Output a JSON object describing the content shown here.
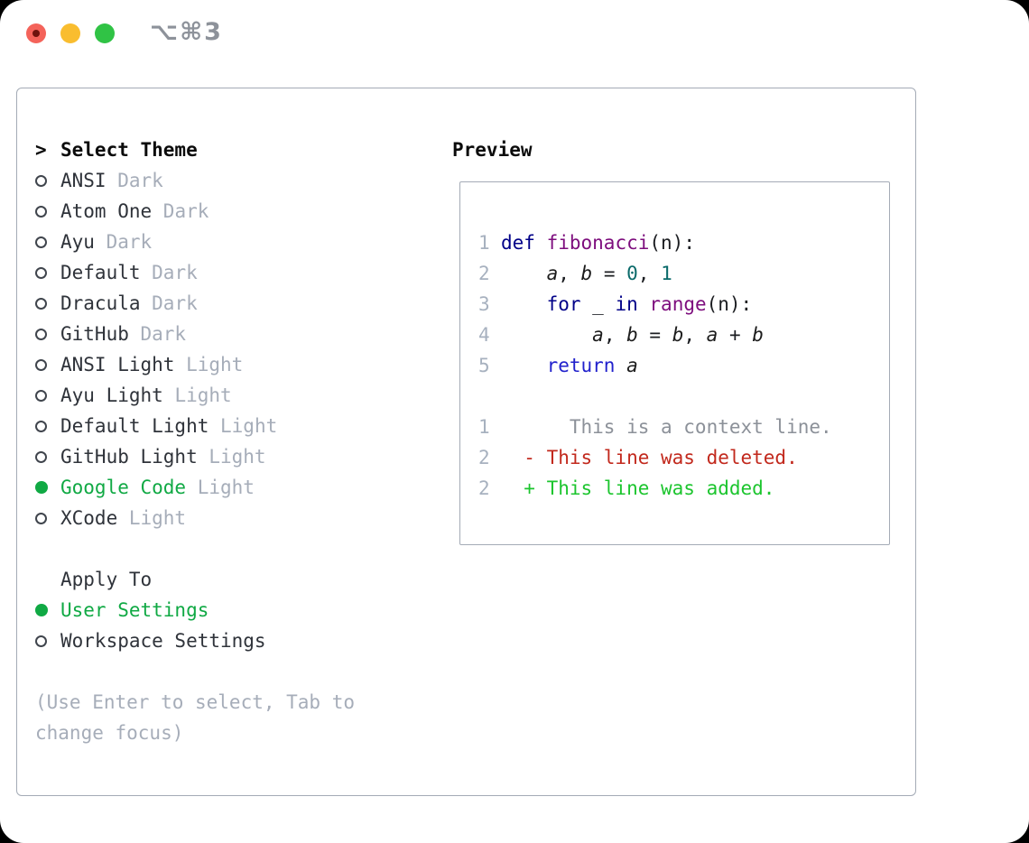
{
  "window": {
    "shortcut": "⌥⌘3"
  },
  "titlebar": {
    "buttons": [
      {
        "name": "close"
      },
      {
        "name": "minimize"
      },
      {
        "name": "zoom"
      }
    ]
  },
  "theme_picker": {
    "header": {
      "prompt": ">",
      "label": "Select Theme"
    },
    "items": [
      {
        "name": "ANSI",
        "variant": "Dark",
        "selected": false
      },
      {
        "name": "Atom One",
        "variant": "Dark",
        "selected": false
      },
      {
        "name": "Ayu",
        "variant": "Dark",
        "selected": false
      },
      {
        "name": "Default",
        "variant": "Dark",
        "selected": false
      },
      {
        "name": "Dracula",
        "variant": "Dark",
        "selected": false
      },
      {
        "name": "GitHub",
        "variant": "Dark",
        "selected": false
      },
      {
        "name": "ANSI Light",
        "variant": "Light",
        "selected": false
      },
      {
        "name": "Ayu Light",
        "variant": "Light",
        "selected": false
      },
      {
        "name": "Default Light",
        "variant": "Light",
        "selected": false
      },
      {
        "name": "GitHub Light",
        "variant": "Light",
        "selected": false
      },
      {
        "name": "Google Code",
        "variant": "Light",
        "selected": true
      },
      {
        "name": "XCode",
        "variant": "Light",
        "selected": false
      }
    ],
    "apply_to": {
      "label": "Apply To",
      "options": [
        {
          "name": "User Settings",
          "selected": true
        },
        {
          "name": "Workspace Settings",
          "selected": false
        }
      ]
    },
    "hint_lines": [
      "(Use Enter to select, Tab to",
      "change focus)"
    ]
  },
  "preview": {
    "title": "Preview",
    "code_lines": [
      {
        "num": "1",
        "segs": [
          {
            "t": "def",
            "c": "kw"
          },
          {
            "t": " "
          },
          {
            "t": "fibonacci",
            "c": "fn"
          },
          {
            "t": "(n):"
          }
        ]
      },
      {
        "num": "2",
        "segs": [
          {
            "t": "    "
          },
          {
            "t": "a",
            "c": "var"
          },
          {
            "t": ", "
          },
          {
            "t": "b",
            "c": "var"
          },
          {
            "t": " = "
          },
          {
            "t": "0",
            "c": "lit"
          },
          {
            "t": ", "
          },
          {
            "t": "1",
            "c": "lit"
          }
        ]
      },
      {
        "num": "3",
        "segs": [
          {
            "t": "    "
          },
          {
            "t": "for",
            "c": "kw"
          },
          {
            "t": " _ "
          },
          {
            "t": "in",
            "c": "kw"
          },
          {
            "t": " "
          },
          {
            "t": "range",
            "c": "fn"
          },
          {
            "t": "(n):"
          }
        ]
      },
      {
        "num": "4",
        "segs": [
          {
            "t": "        "
          },
          {
            "t": "a",
            "c": "var"
          },
          {
            "t": ", "
          },
          {
            "t": "b",
            "c": "var"
          },
          {
            "t": " = "
          },
          {
            "t": "b",
            "c": "var"
          },
          {
            "t": ", "
          },
          {
            "t": "a",
            "c": "var"
          },
          {
            "t": " + "
          },
          {
            "t": "b",
            "c": "var"
          }
        ]
      },
      {
        "num": "5",
        "segs": [
          {
            "t": "    "
          },
          {
            "t": "return",
            "c": "kw2"
          },
          {
            "t": " "
          },
          {
            "t": "a",
            "c": "var"
          }
        ]
      },
      {
        "num": "",
        "segs": []
      },
      {
        "num": "1",
        "segs": [
          {
            "t": "      This is a context line.",
            "c": "ctx"
          }
        ]
      },
      {
        "num": "2",
        "segs": [
          {
            "t": "  - This line was deleted.",
            "c": "del"
          }
        ]
      },
      {
        "num": "2",
        "segs": [
          {
            "t": "  + This line was added.",
            "c": "add"
          }
        ]
      }
    ]
  },
  "colors": {
    "accent_green": "#10a944",
    "added_green": "#1cc52e",
    "deleted_red": "#c2291d",
    "keyword_blue": "#000088",
    "keyword_blue_bright": "#2121cc",
    "function_purple": "#7d0d7d",
    "literal_teal": "#0a6a6a",
    "context_gray": "#8c9199",
    "muted_gray": "#a6adb9",
    "gutter_gray": "#a7b1bf",
    "border_gray": "#a4abb6",
    "text_dark": "#2f333a",
    "title_gray": "#8d929a",
    "traffic_red": "#f4635a",
    "traffic_yellow": "#f9bd2f",
    "traffic_green": "#30c345"
  }
}
